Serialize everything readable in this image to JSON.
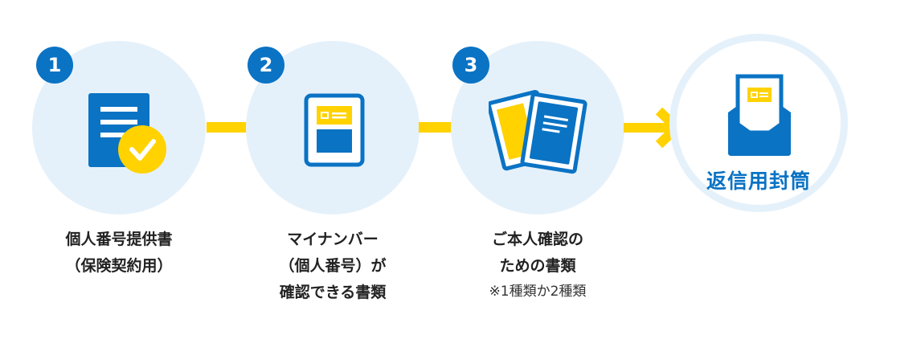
{
  "steps": [
    {
      "number": "1",
      "caption_lines": [
        "個人番号提供書",
        "（保険契約用）"
      ]
    },
    {
      "number": "2",
      "caption_lines": [
        "マイナンバー",
        "（個人番号）が",
        "確認できる書類"
      ]
    },
    {
      "number": "3",
      "caption_lines": [
        "ご本人確認の",
        "ための書類"
      ],
      "note": "※1種類か2種類"
    }
  ],
  "final": {
    "label": "返信用封筒"
  },
  "icons": [
    "document-check-icon",
    "my-number-card-icon",
    "id-documents-icon",
    "arrow-right-icon",
    "envelope-icon"
  ],
  "colors": {
    "primary_blue": "#0a73c4",
    "accent_yellow": "#ffd200",
    "circle_bg": "#e5f1fa"
  }
}
